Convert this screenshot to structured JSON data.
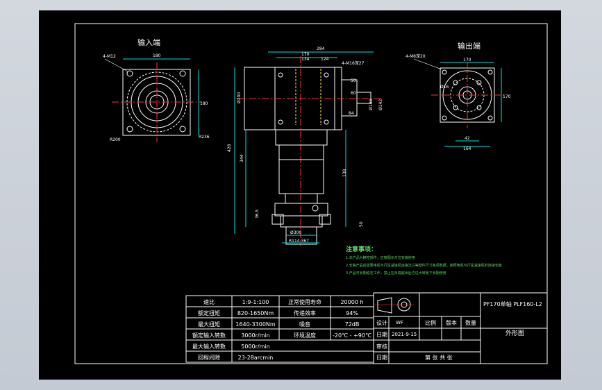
{
  "colors": {
    "background": "#000000",
    "lines": "#ffffff",
    "centerline": "#ff3030",
    "hidden": "#ffff00",
    "dimension": "#00e0e0",
    "notes": "#5fd35f",
    "viewport": "#cdd2d9"
  },
  "views": {
    "input_title": "输入端",
    "output_title": "输出端",
    "input_dims": {
      "width": "180",
      "height": "180",
      "holes": "4-M12",
      "pcd": "R236",
      "bore": "R200"
    },
    "front_dims": {
      "overall": "284",
      "top1": "170",
      "top2": "134",
      "top3": "124",
      "hole_note": "4-M16深27",
      "side1": "Ø148",
      "side2": "Ø142",
      "left": "Ø200",
      "h1": "138",
      "h2": "344",
      "h3": "428",
      "bottom1": "R114.367",
      "bottom2": "Ø300",
      "small1": "50",
      "small2": "60",
      "small3": "84",
      "foot": "36.5",
      "foot2": "50"
    },
    "output_dims": {
      "width": "170",
      "height": "170",
      "holes": "4-M8深20",
      "dia": "Ø16",
      "w1": "42",
      "w2": "164"
    }
  },
  "notes": {
    "title": "注意事项：",
    "lines": [
      "1.本产品为精密部件，应按图示方位安装使用",
      "2.安装产品前需要电机与行星减速机连接法兰等部件尺寸各项数据，按照电机与行星减速机的连接安装",
      "3.产品可长期稳定工作，禁止在负载超出后方过大转矩下长期使用"
    ]
  },
  "spec_table": {
    "rows": [
      [
        "速比",
        "1:9-1:100",
        "正常使用寿命",
        "20000 h"
      ],
      [
        "额定扭矩",
        "820-1650Nm",
        "传递效率",
        "94%"
      ],
      [
        "最大扭矩",
        "1640-3300Nm",
        "噪音",
        "72dB"
      ],
      [
        "额定输入转数",
        "3000r/min",
        "环境温度",
        "-20℃ - +90℃"
      ],
      [
        "最大输入转数",
        "5000r/min",
        "",
        ""
      ],
      [
        "回程间隙",
        "23-28arcmin",
        "",
        ""
      ]
    ]
  },
  "title_block": {
    "product": "PF170单轴 PLF160-L2",
    "drawing": "外形图",
    "design_label": "设计",
    "design_value": "WF",
    "scale_label": "比例",
    "version_label": "版本",
    "qty_label": "数量",
    "date_label": "日期",
    "date_value": "2021-9-15",
    "review_label": "审核",
    "date2_label": "日期",
    "sheet_text": "第    张    共    张"
  }
}
